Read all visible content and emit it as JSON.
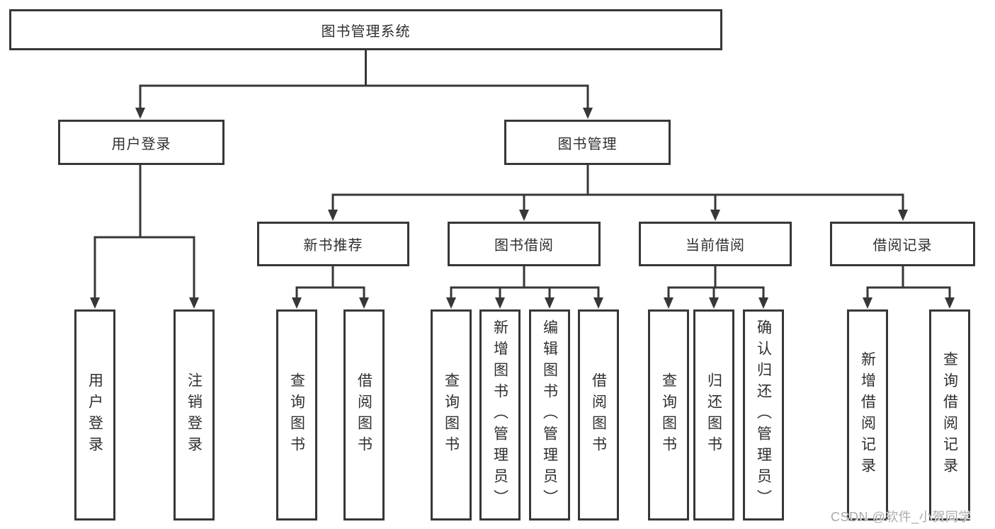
{
  "tree": {
    "root": {
      "label": "图书管理系统"
    },
    "branches": [
      {
        "label": "用户登录",
        "children": [
          {
            "label": "用户登录"
          },
          {
            "label": "注销登录"
          }
        ]
      },
      {
        "label": "图书管理",
        "children": [
          {
            "label": "新书推荐",
            "children": [
              {
                "label": "查询图书"
              },
              {
                "label": "借阅图书"
              }
            ]
          },
          {
            "label": "图书借阅",
            "children": [
              {
                "label": "查询图书"
              },
              {
                "label": "新增图书（管理员）"
              },
              {
                "label": "编辑图书（管理员）"
              },
              {
                "label": "借阅图书"
              }
            ]
          },
          {
            "label": "当前借阅",
            "children": [
              {
                "label": "查询图书"
              },
              {
                "label": "归还图书"
              },
              {
                "label": "确认归还（管理员）"
              }
            ]
          },
          {
            "label": "借阅记录",
            "children": [
              {
                "label": "新增借阅记录"
              },
              {
                "label": "查询借阅记录"
              }
            ]
          }
        ]
      }
    ]
  },
  "watermark": "CSDN @软件_小贺同学",
  "colors": {
    "line": "#373737",
    "box_border": "#373737",
    "text": "#2f2f2f",
    "watermark": "#a9abad",
    "background": "#ffffff"
  }
}
